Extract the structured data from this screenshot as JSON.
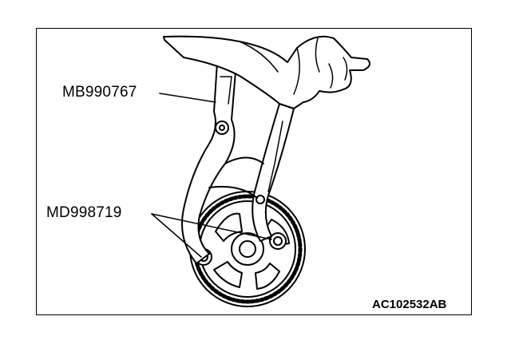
{
  "diagram": {
    "callouts": {
      "tool_a": "MB990767",
      "tool_b": "MD998719"
    },
    "figure_code": "AC102532AB"
  }
}
